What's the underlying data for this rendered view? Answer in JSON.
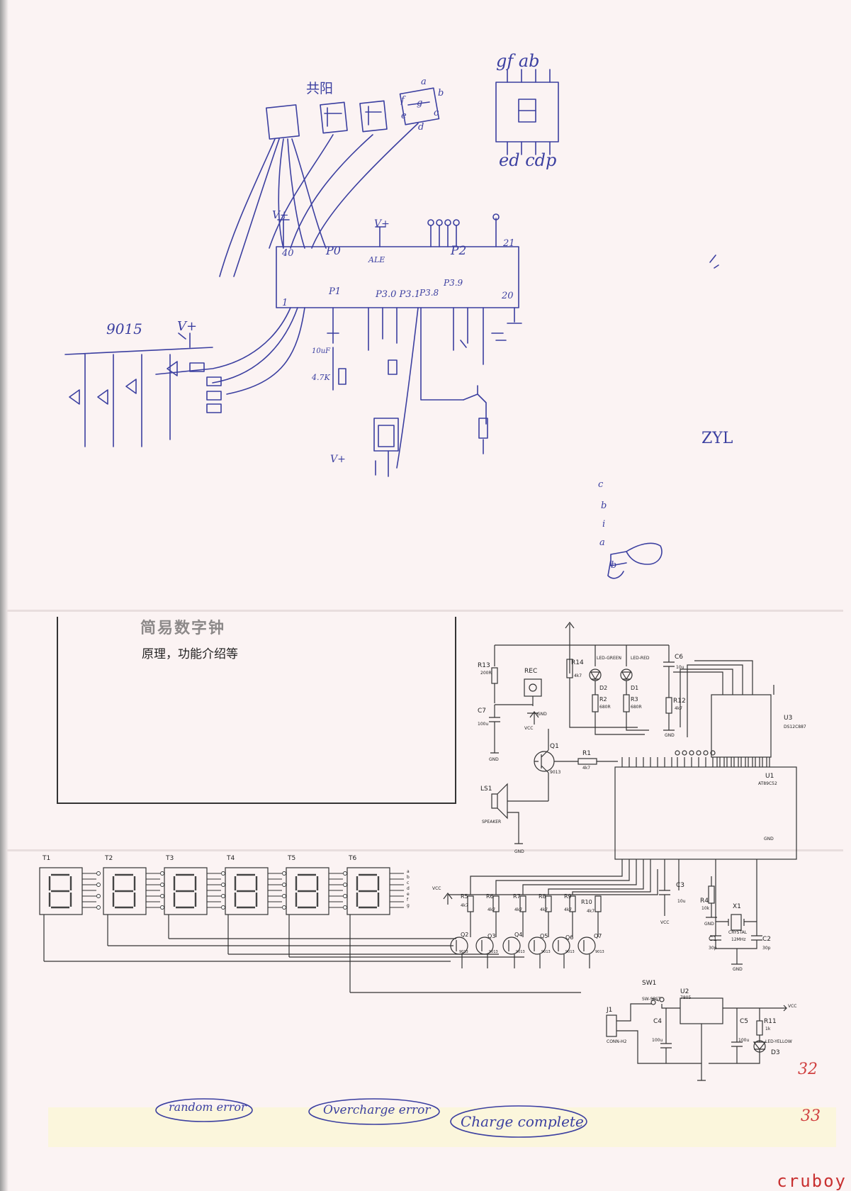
{
  "handwritten_sketch": {
    "display_label": "共阳",
    "pin_header_top": "gf  ab",
    "pin_header_bottom": "ed  cdp",
    "segment_letters": [
      "a",
      "b",
      "c",
      "d",
      "e",
      "f",
      "g"
    ],
    "chip_pin_40": "40",
    "chip_pin_21": "21",
    "chip_pin_20": "20",
    "chip_pin_1": "1",
    "label_vplus": "V+",
    "label_p0": "P0",
    "label_p2": "P2",
    "label_p1": "P1",
    "label_p3": "P3.0 P3.1",
    "label_p38": "P3.8",
    "label_p39": "P3.9",
    "label_ale": "ALE",
    "transistor_label": "9015",
    "resistor_label": "4.7K",
    "cap_label": "10uF",
    "side_initials": "ZYL",
    "side_letters": [
      "c",
      "b",
      "i",
      "a",
      "b"
    ]
  },
  "printed_box": {
    "title": "简易数字钟",
    "subtitle": "原理，功能介绍等"
  },
  "schematic": {
    "components": {
      "r13": "R13",
      "r13_val": "200R",
      "rec": "REC",
      "c7": "C7",
      "c7_val": "100u",
      "r14": "R14",
      "r14_val": "4k7",
      "d2_label": "LED-GREEN",
      "d2": "D2",
      "d1_label": "LED-RED",
      "d1": "D1",
      "r2": "R2",
      "r2_val": "680R",
      "r3": "R3",
      "r3_val": "680R",
      "c6": "C6",
      "c6_val": "10u",
      "r12": "R12",
      "r12_val": "4k7",
      "u3": "U3",
      "u3_val": "DS12C887",
      "q1": "Q1",
      "q1_val": "9013",
      "r1": "R1",
      "r1_val": "4k7",
      "ls1": "LS1",
      "ls1_val": "SPEAKER",
      "u1": "U1",
      "u1_val": "AT89C52",
      "gnd": "GND",
      "vcc": "VCC",
      "c3": "C3",
      "c3_val": "10u",
      "r4": "R4",
      "r4_val": "10k",
      "x1": "X1",
      "x1_val": "CRYSTAL",
      "x1_freq": "12MHz",
      "c1": "C1",
      "c1_val": "30p",
      "c2": "C2",
      "c2_val": "30p",
      "sw1": "SW1",
      "sw1_val": "SW-SPST",
      "u2": "U2",
      "u2_val": "7805",
      "j1": "J1",
      "j1_val": "CONN-H2",
      "c4": "C4",
      "c4_val": "100u",
      "c5": "C5",
      "c5_val": "100u",
      "r11": "R11",
      "r11_val": "1k",
      "d3_label": "LED-YELLOW",
      "d3": "D3"
    },
    "displays": [
      "T1",
      "T2",
      "T3",
      "T4",
      "T5",
      "T6"
    ],
    "resistors_row": [
      "R5",
      "R6",
      "R7",
      "R8",
      "R9",
      "R10"
    ],
    "resistor_row_val": "4k7",
    "transistors_row": [
      "Q2",
      "Q3",
      "Q4",
      "Q5",
      "Q6",
      "Q7"
    ],
    "transistor_val": "9013",
    "seg_pins": [
      "a",
      "b",
      "c",
      "d",
      "e",
      "f",
      "g"
    ]
  },
  "footer_notes": [
    "random error",
    "Overcharge error",
    "Charge complete"
  ],
  "page_numbers": [
    "32",
    "33"
  ],
  "watermark": "cruboy"
}
